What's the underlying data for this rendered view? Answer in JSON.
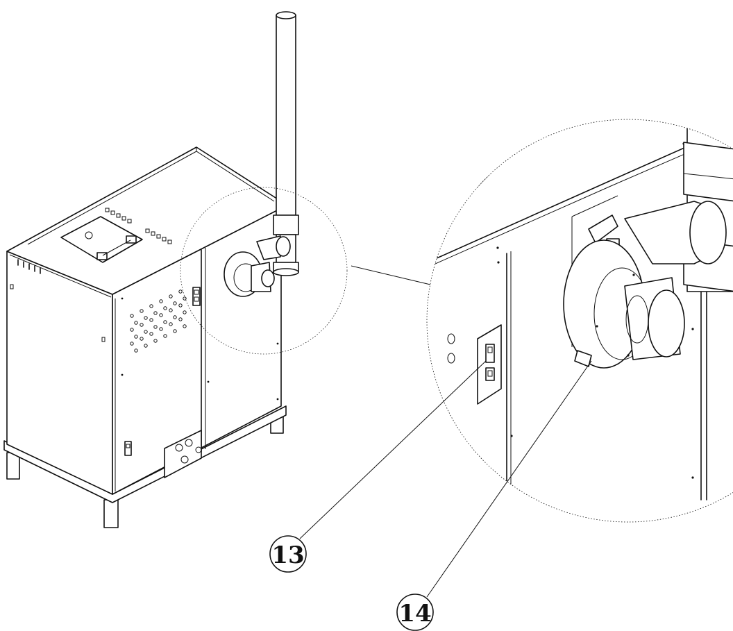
{
  "callouts": [
    {
      "id": "13",
      "label": "13"
    },
    {
      "id": "14",
      "label": "14"
    }
  ],
  "colors": {
    "line": "#111111",
    "background": "#ffffff"
  }
}
